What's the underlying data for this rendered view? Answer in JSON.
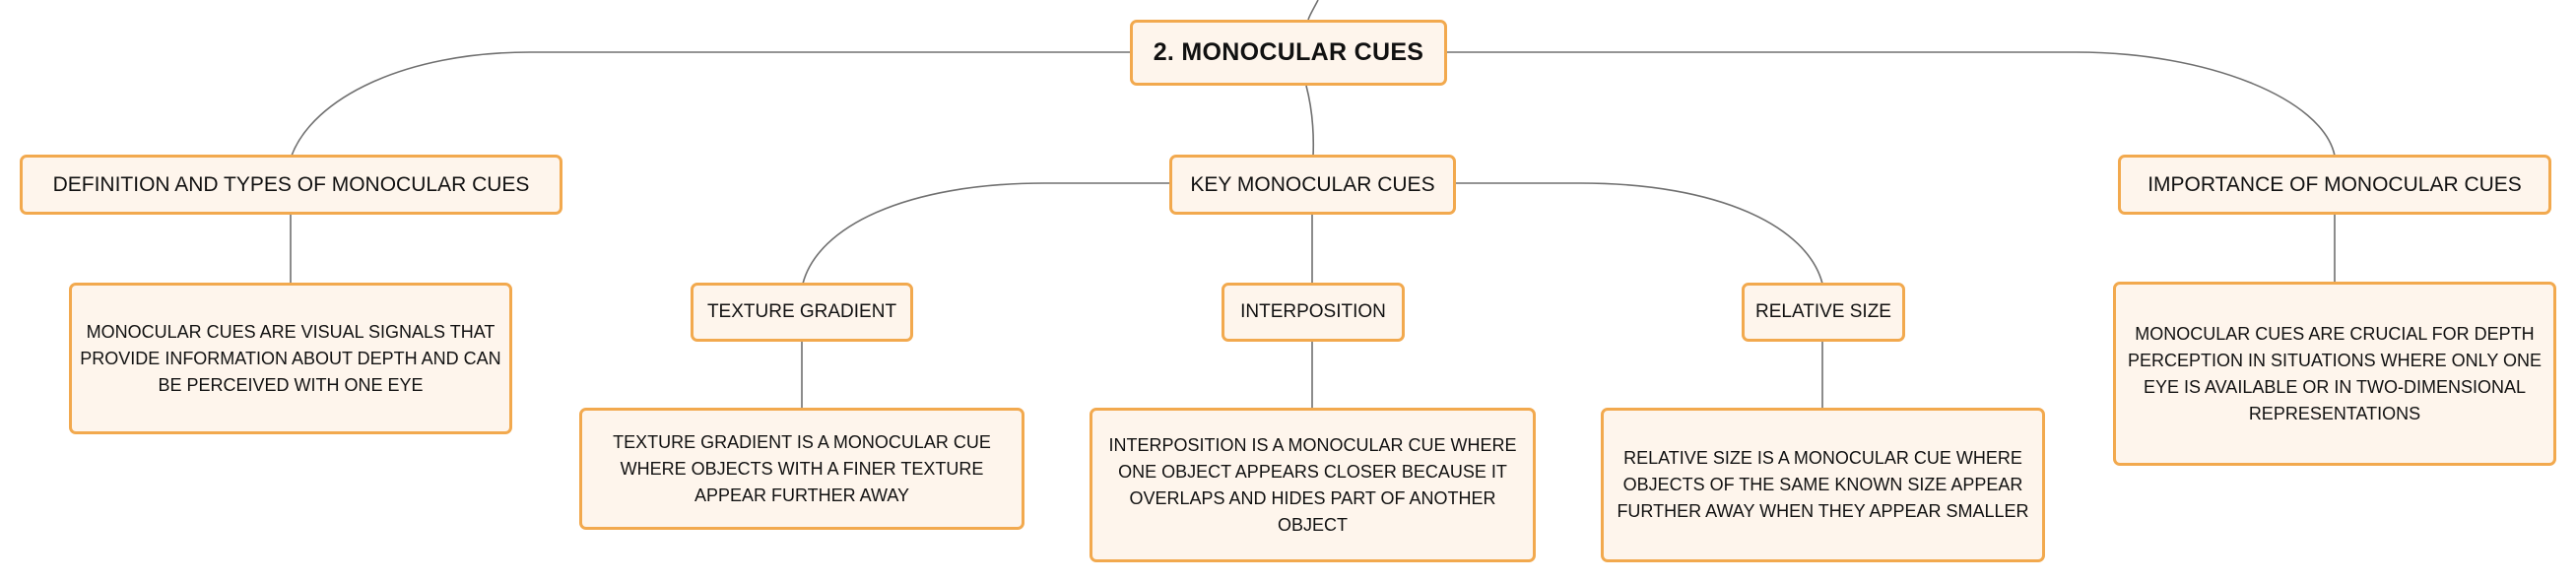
{
  "mindmap": {
    "root": {
      "label": "2. MONOCULAR CUES"
    },
    "definition": {
      "label": "DEFINITION AND TYPES OF MONOCULAR CUES",
      "description": "MONOCULAR CUES ARE VISUAL SIGNALS THAT PROVIDE INFORMATION ABOUT DEPTH AND CAN BE PERCEIVED WITH ONE EYE"
    },
    "key_cues": {
      "label": "KEY MONOCULAR CUES",
      "texture_gradient": {
        "label": "TEXTURE GRADIENT",
        "description": "TEXTURE GRADIENT IS A MONOCULAR CUE WHERE OBJECTS WITH A FINER TEXTURE APPEAR FURTHER AWAY"
      },
      "interposition": {
        "label": "INTERPOSITION",
        "description": "INTERPOSITION IS A MONOCULAR CUE WHERE ONE OBJECT APPEARS CLOSER BECAUSE IT OVERLAPS AND HIDES PART OF ANOTHER OBJECT"
      },
      "relative_size": {
        "label": "RELATIVE SIZE",
        "description": "RELATIVE SIZE IS A MONOCULAR CUE WHERE OBJECTS OF THE SAME KNOWN SIZE APPEAR FURTHER AWAY WHEN THEY APPEAR SMALLER"
      }
    },
    "importance": {
      "label": "IMPORTANCE OF MONOCULAR CUES",
      "description": "MONOCULAR CUES ARE CRUCIAL FOR DEPTH PERCEPTION IN SITUATIONS WHERE ONLY ONE EYE IS AVAILABLE OR IN TWO-DIMENSIONAL REPRESENTATIONS"
    },
    "colors": {
      "node_border": "#f2a94e",
      "node_fill": "#fef5ec",
      "connector": "#707070",
      "text": "#111111"
    }
  }
}
